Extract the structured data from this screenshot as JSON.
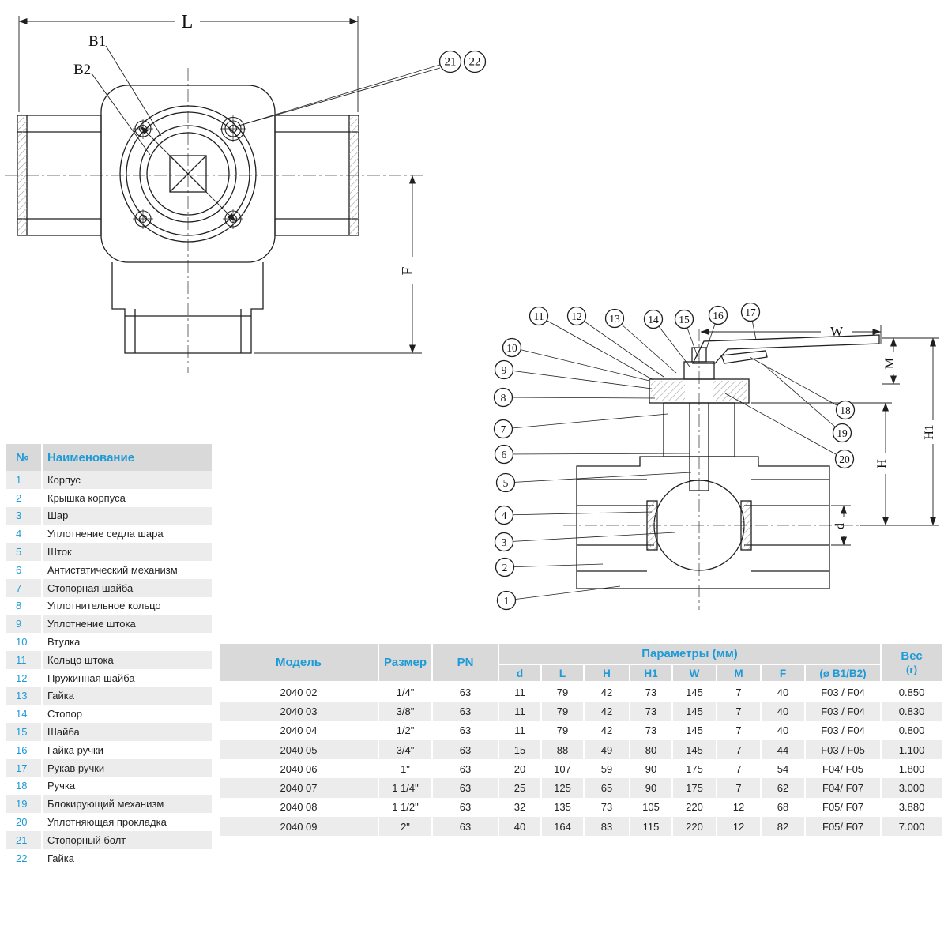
{
  "colors": {
    "accent": "#1e9bd6",
    "header_bg": "#d9d9d9",
    "row_alt": "#ececec",
    "line": "#1f1f1f"
  },
  "front_view": {
    "dim_L": "L",
    "dim_B1": "B1",
    "dim_B2": "B2",
    "dim_F": "F",
    "callouts": [
      "21",
      "22"
    ]
  },
  "side_view": {
    "dims": {
      "W": "W",
      "M": "M",
      "H1": "H1",
      "H": "H",
      "d": "d"
    },
    "callouts": [
      "1",
      "2",
      "3",
      "4",
      "5",
      "6",
      "7",
      "8",
      "9",
      "10",
      "11",
      "12",
      "13",
      "14",
      "15",
      "16",
      "17",
      "18",
      "19",
      "20"
    ]
  },
  "parts_table": {
    "headers": {
      "num": "№",
      "name": "Наименование"
    },
    "rows": [
      {
        "num": "1",
        "name": "Корпус"
      },
      {
        "num": "2",
        "name": "Крышка корпуса"
      },
      {
        "num": "3",
        "name": "Шар"
      },
      {
        "num": "4",
        "name": "Уплотнение седла шара"
      },
      {
        "num": "5",
        "name": "Шток"
      },
      {
        "num": "6",
        "name": "Антистатический механизм"
      },
      {
        "num": "7",
        "name": "Стопорная шайба"
      },
      {
        "num": "8",
        "name": "Уплотнительное кольцо"
      },
      {
        "num": "9",
        "name": "Уплотнение штока"
      },
      {
        "num": "10",
        "name": "Втулка"
      },
      {
        "num": "11",
        "name": "Кольцо штока"
      },
      {
        "num": "12",
        "name": "Пружинная шайба"
      },
      {
        "num": "13",
        "name": "Гайка"
      },
      {
        "num": "14",
        "name": "Стопор"
      },
      {
        "num": "15",
        "name": "Шайба"
      },
      {
        "num": "16",
        "name": "Гайка ручки"
      },
      {
        "num": "17",
        "name": "Рукав ручки"
      },
      {
        "num": "18",
        "name": "Ручка"
      },
      {
        "num": "19",
        "name": "Блокирующий механизм"
      },
      {
        "num": "20",
        "name": "Уплотняющая прокладка"
      },
      {
        "num": "21",
        "name": "Стопорный болт"
      },
      {
        "num": "22",
        "name": "Гайка"
      }
    ]
  },
  "spec_table": {
    "headers": {
      "model": "Модель",
      "size": "Размер",
      "pn": "PN",
      "params": "Параметры (мм)",
      "weight_top": "Вес",
      "weight_bottom": "(г)",
      "sub": [
        "d",
        "L",
        "H",
        "H1",
        "W",
        "M",
        "F",
        "(ø B1/B2)"
      ]
    },
    "rows": [
      [
        "2040 02",
        "1/4\"",
        "63",
        "11",
        "79",
        "42",
        "73",
        "145",
        "7",
        "40",
        "F03 / F04",
        "0.850"
      ],
      [
        "2040 03",
        "3/8\"",
        "63",
        "11",
        "79",
        "42",
        "73",
        "145",
        "7",
        "40",
        "F03 / F04",
        "0.830"
      ],
      [
        "2040 04",
        "1/2\"",
        "63",
        "11",
        "79",
        "42",
        "73",
        "145",
        "7",
        "40",
        "F03 / F04",
        "0.800"
      ],
      [
        "2040 05",
        "3/4\"",
        "63",
        "15",
        "88",
        "49",
        "80",
        "145",
        "7",
        "44",
        "F03 / F05",
        "1.100"
      ],
      [
        "2040 06",
        "1\"",
        "63",
        "20",
        "107",
        "59",
        "90",
        "175",
        "7",
        "54",
        "F04/ F05",
        "1.800"
      ],
      [
        "2040 07",
        "1 1/4\"",
        "63",
        "25",
        "125",
        "65",
        "90",
        "175",
        "7",
        "62",
        "F04/ F07",
        "3.000"
      ],
      [
        "2040 08",
        "1 1/2\"",
        "63",
        "32",
        "135",
        "73",
        "105",
        "220",
        "12",
        "68",
        "F05/ F07",
        "3.880"
      ],
      [
        "2040 09",
        "2\"",
        "63",
        "40",
        "164",
        "83",
        "115",
        "220",
        "12",
        "82",
        "F05/ F07",
        "7.000"
      ]
    ]
  }
}
